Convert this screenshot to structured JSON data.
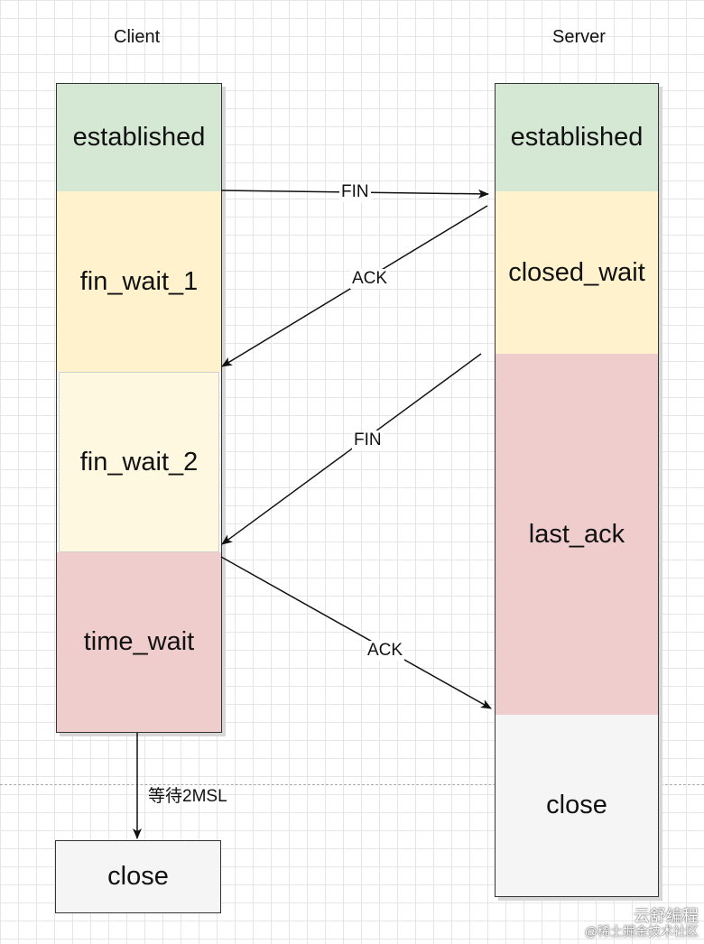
{
  "headers": {
    "client": "Client",
    "server": "Server"
  },
  "client_states": [
    "established",
    "fin_wait_1",
    "fin_wait_2",
    "time_wait"
  ],
  "server_states": [
    "established",
    "closed_wait",
    "last_ack",
    "close"
  ],
  "client_close": "close",
  "messages": [
    "FIN",
    "ACK",
    "FIN",
    "ACK"
  ],
  "wait_label": "等待2MSL",
  "watermark": {
    "line1": "云舒编程",
    "line2": "@稀土掘金技术社区"
  },
  "colors": {
    "established": "#d5e8d4",
    "wait_1": "#fff2cc",
    "wait_2": "#fff8e1",
    "closing": "#f0cdcd",
    "closed": "#f5f5f5"
  }
}
